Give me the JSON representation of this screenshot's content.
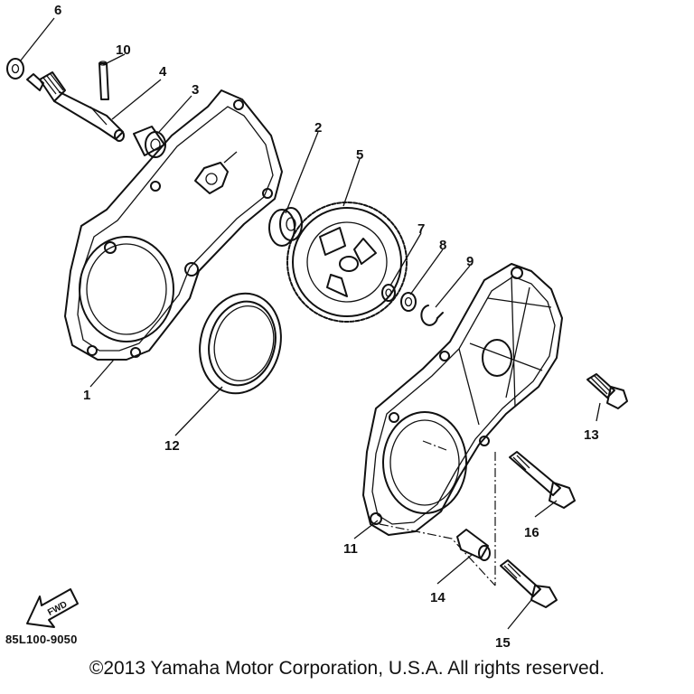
{
  "diagram": {
    "callouts": [
      {
        "id": "c1",
        "text": "1"
      },
      {
        "id": "c2",
        "text": "2"
      },
      {
        "id": "c3",
        "text": "3"
      },
      {
        "id": "c4",
        "text": "4"
      },
      {
        "id": "c5",
        "text": "5"
      },
      {
        "id": "c6",
        "text": "6"
      },
      {
        "id": "c7",
        "text": "7"
      },
      {
        "id": "c8",
        "text": "8"
      },
      {
        "id": "c9",
        "text": "9"
      },
      {
        "id": "c10",
        "text": "10"
      },
      {
        "id": "c11",
        "text": "11"
      },
      {
        "id": "c12",
        "text": "12"
      },
      {
        "id": "c13",
        "text": "13"
      },
      {
        "id": "c14",
        "text": "14"
      },
      {
        "id": "c15",
        "text": "15"
      },
      {
        "id": "c16",
        "text": "16"
      }
    ],
    "fwd_label": "FWD",
    "diagram_code": "85L100-9050",
    "copyright": "©2013 Yamaha Motor Corporation, U.S.A. All rights reserved."
  }
}
